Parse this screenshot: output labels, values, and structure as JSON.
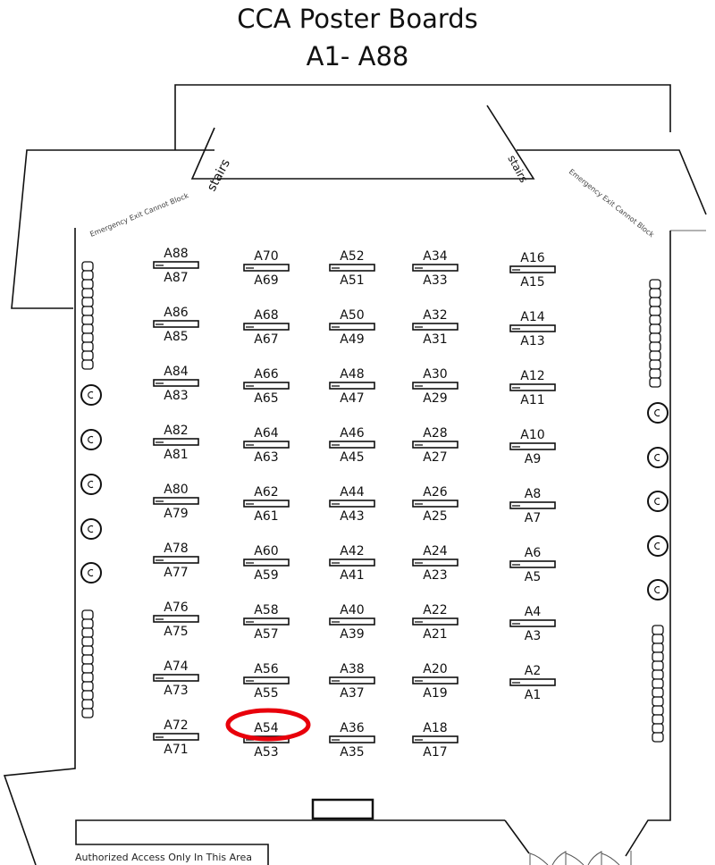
{
  "title": "CCA Poster Boards",
  "subtitle": "A1- A88",
  "stairs_label": "stairs",
  "emergency_label": "Emergency Exit Cannot Block",
  "authorized_label": "Authorized Access Only In This Area",
  "highlight_color": "#e8000b",
  "highlighted_board": "A54",
  "columns": [
    {
      "rows": [
        [
          "A88",
          "A87"
        ],
        [
          "A86",
          "A85"
        ],
        [
          "A84",
          "A83"
        ],
        [
          "A82",
          "A81"
        ],
        [
          "A80",
          "A79"
        ],
        [
          "A78",
          "A77"
        ],
        [
          "A76",
          "A75"
        ],
        [
          "A74",
          "A73"
        ],
        [
          "A72",
          "A71"
        ]
      ]
    },
    {
      "rows": [
        [
          "A70",
          "A69"
        ],
        [
          "A68",
          "A67"
        ],
        [
          "A66",
          "A65"
        ],
        [
          "A64",
          "A63"
        ],
        [
          "A62",
          "A61"
        ],
        [
          "A60",
          "A59"
        ],
        [
          "A58",
          "A57"
        ],
        [
          "A56",
          "A55"
        ],
        [
          "A54",
          "A53"
        ]
      ]
    },
    {
      "rows": [
        [
          "A52",
          "A51"
        ],
        [
          "A50",
          "A49"
        ],
        [
          "A48",
          "A47"
        ],
        [
          "A46",
          "A45"
        ],
        [
          "A44",
          "A43"
        ],
        [
          "A42",
          "A41"
        ],
        [
          "A40",
          "A39"
        ],
        [
          "A38",
          "A37"
        ],
        [
          "A36",
          "A35"
        ]
      ]
    },
    {
      "rows": [
        [
          "A34",
          "A33"
        ],
        [
          "A32",
          "A31"
        ],
        [
          "A30",
          "A29"
        ],
        [
          "A28",
          "A27"
        ],
        [
          "A26",
          "A25"
        ],
        [
          "A24",
          "A23"
        ],
        [
          "A22",
          "A21"
        ],
        [
          "A20",
          "A19"
        ],
        [
          "A18",
          "A17"
        ]
      ]
    },
    {
      "rows": [
        [
          "A16",
          "A15"
        ],
        [
          "A14",
          "A13"
        ],
        [
          "A12",
          "A11"
        ],
        [
          "A10",
          "A9"
        ],
        [
          "A8",
          "A7"
        ],
        [
          "A6",
          "A5"
        ],
        [
          "A4",
          "A3"
        ],
        [
          "A2",
          "A1"
        ]
      ]
    }
  ]
}
